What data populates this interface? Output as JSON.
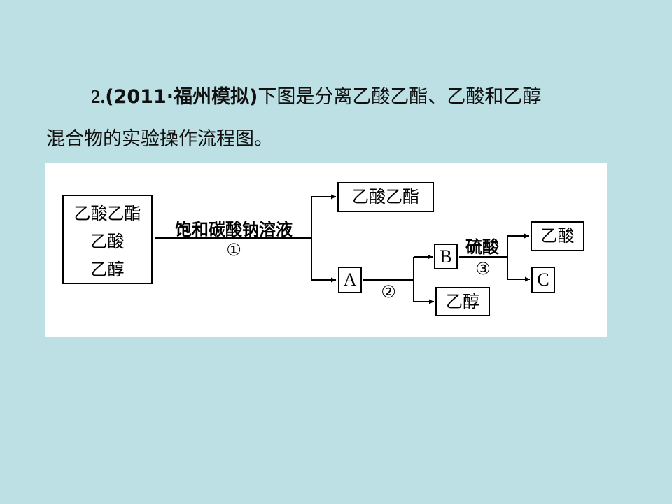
{
  "question": {
    "number": "2",
    "sep": ".",
    "source": "(2011·福州模拟)",
    "text_line1": "下图是分离乙酸乙酯、乙酸和乙醇",
    "text_line2": "混合物的实验操作流程图。"
  },
  "diagram": {
    "mixture": [
      "乙酸乙酯",
      "乙酸",
      "乙醇"
    ],
    "reagent1": "饱和碳酸钠溶液",
    "step1": "①",
    "product_ester": "乙酸乙酯",
    "box_A": "A",
    "step2": "②",
    "box_B": "B",
    "product_alcohol": "乙醇",
    "reagent3": "硫酸",
    "step3": "③",
    "product_acid": "乙酸",
    "box_C": "C"
  }
}
